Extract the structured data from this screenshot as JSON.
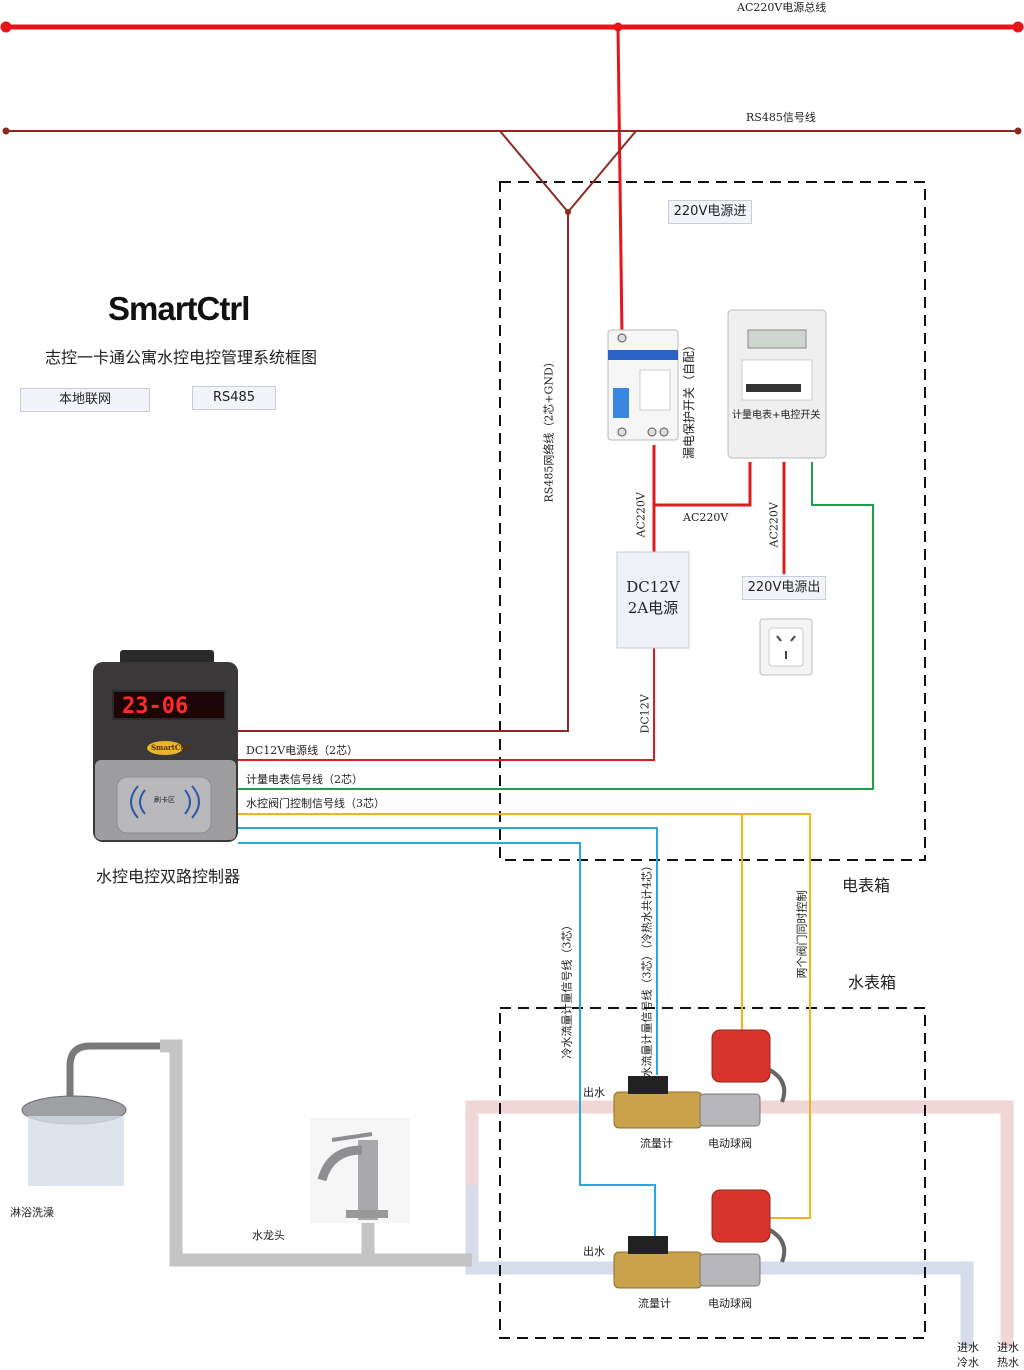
{
  "brand": "SmartCtrl",
  "subtitle": "志控一卡通公寓水控电控管理系统框图",
  "legend": {
    "local_network": "本地联网",
    "rs485": "RS485"
  },
  "bus": {
    "power_bus": "AC220V电源总线",
    "rs485_bus": "RS485信号线",
    "rs485_cable": "RS485网络线（2芯+GND）"
  },
  "meter_box": {
    "label": "电表箱",
    "power_in": "220V电源进",
    "breaker": "漏电保护开关（自配）",
    "meter": "计量电表+电控开关",
    "ac220_a": "AC220V",
    "ac220_b": "AC220V",
    "ac220_c": "AC220V",
    "psu": "DC12V\n2A电源",
    "power_out": "220V电源出",
    "dc12v": "DC12V"
  },
  "controller": {
    "label": "水控电控双路控制器",
    "display": "23-06",
    "badge": "SmartCtrl",
    "card_zone": "刷卡区",
    "dc12v_line": "DC12V电源线（2芯）",
    "meter_signal": "计量电表信号线（2芯）",
    "valve_signal": "水控阀门控制信号线（3芯）"
  },
  "water_box": {
    "label": "水表箱",
    "cold_flow_signal": "冷水流量计量信号线（3芯）",
    "hot_flow_signal": "热水流量计量信号线（3芯）（冷热水共计4芯）",
    "valve_sync": "两个阀门同时控制",
    "outlet_top": "出水",
    "outlet_bottom": "出水",
    "flowmeter_top": "流量计",
    "flowmeter_bottom": "流量计",
    "valve_top": "电动球阀",
    "valve_bottom": "电动球阀",
    "cold_in": "进水\n冷水",
    "hot_in": "进水\n热水"
  },
  "fixtures": {
    "shower": "淋浴洗澡",
    "faucet": "水龙头"
  },
  "colors": {
    "power": "#e8141b",
    "rs485": "#8b2a24",
    "dc": "#d81e1e",
    "meter_signal": "#1aa34a",
    "valve_signal": "#f2b31a",
    "flow_signal": "#2aa8dc",
    "hot_pipe": "#f1d6d6",
    "cold_pipe": "#d4dde9",
    "mixed_pipe": "#c4c4c4"
  }
}
